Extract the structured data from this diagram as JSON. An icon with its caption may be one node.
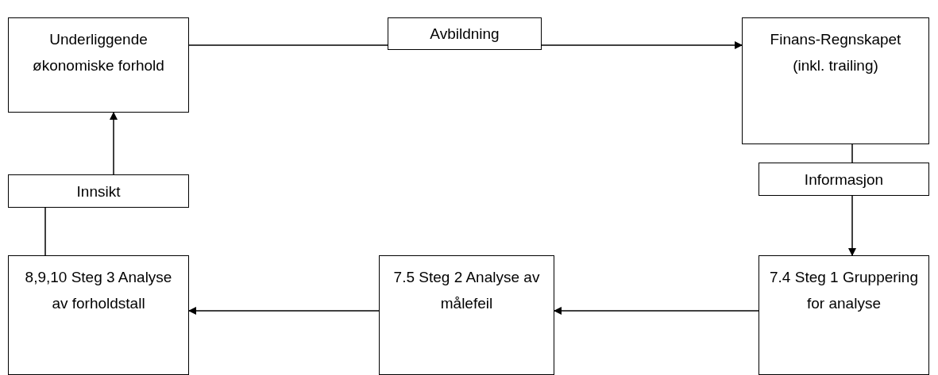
{
  "diagram": {
    "nodes": [
      {
        "text": [
          "Underliggende økonomiske forhold"
        ]
      },
      {
        "text": [
          "Avbildning"
        ]
      },
      {
        "text": [
          "Finans-Regnskapet (inkl. trailing)"
        ]
      },
      {
        "text": [
          "Innsikt"
        ]
      },
      {
        "text": [
          "Informasjon"
        ]
      },
      {
        "text": [
          "8,9,10 Steg 3 Analyse av forholdstall"
        ]
      },
      {
        "text": [
          "7.5 Steg 2 Analyse av målefeil"
        ]
      },
      {
        "text": [
          "7.4 Steg 1 Gruppering for analyse"
        ]
      }
    ],
    "edges": [
      {
        "from": 0,
        "to": 1,
        "arrow": "none"
      },
      {
        "from": 1,
        "to": 2,
        "arrow": "to"
      },
      {
        "from": 2,
        "to": 4,
        "arrow": "none"
      },
      {
        "from": 4,
        "to": 7,
        "arrow": "to"
      },
      {
        "from": 7,
        "to": 6,
        "arrow": "to"
      },
      {
        "from": 6,
        "to": 5,
        "arrow": "to"
      },
      {
        "from": 5,
        "to": 3,
        "arrow": "none"
      },
      {
        "from": 3,
        "to": 0,
        "arrow": "to"
      }
    ]
  }
}
